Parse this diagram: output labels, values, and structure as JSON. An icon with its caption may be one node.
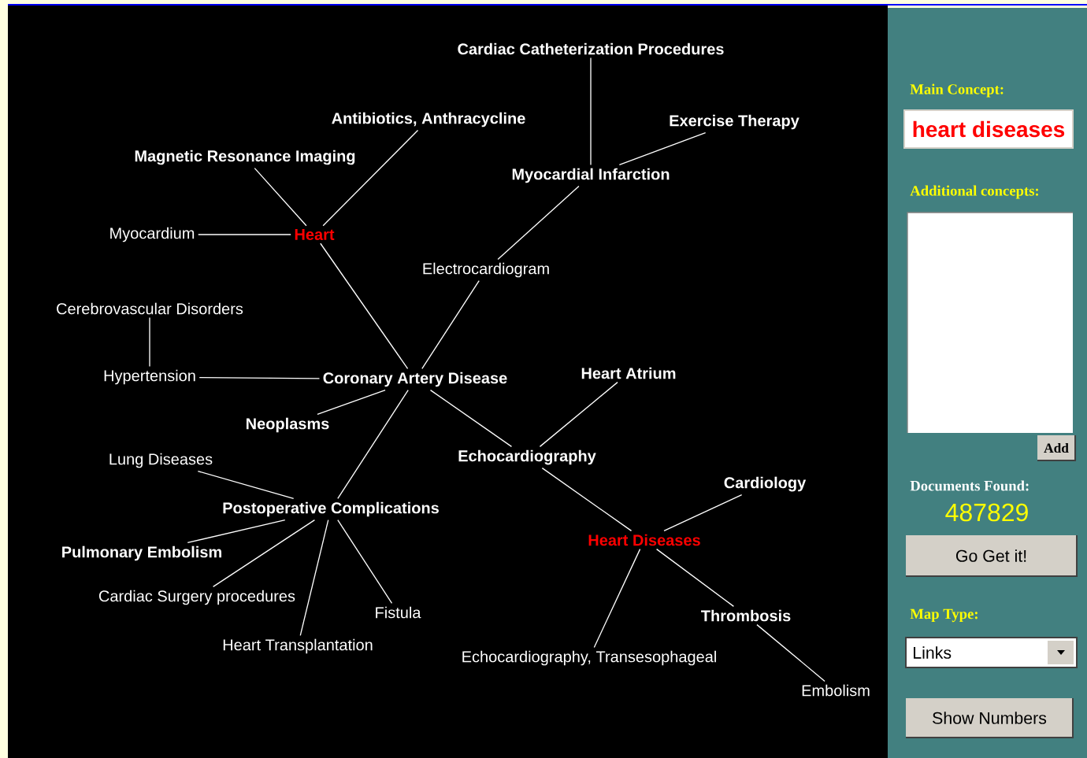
{
  "diagram": {
    "nodes": [
      {
        "text": [
          "Cardiac Catheterization Procedures"
        ]
      },
      {
        "text": [
          "Antibiotics, Anthracycline"
        ]
      },
      {
        "text": [
          "Exercise Therapy"
        ]
      },
      {
        "text": [
          "Magnetic Resonance Imaging"
        ]
      },
      {
        "text": [
          "Myocardial Infarction"
        ]
      },
      {
        "text": [
          "Myocardium"
        ]
      },
      {
        "text": [
          "Heart"
        ]
      },
      {
        "text": [
          "Electrocardiogram"
        ]
      },
      {
        "text": [
          "Cerebrovascular Disorders"
        ]
      },
      {
        "text": [
          "Hypertension"
        ]
      },
      {
        "text": [
          "Coronary Artery Disease"
        ]
      },
      {
        "text": [
          "Heart Atrium"
        ]
      },
      {
        "text": [
          "Neoplasms"
        ]
      },
      {
        "text": [
          "Lung Diseases"
        ]
      },
      {
        "text": [
          "Echocardiography"
        ]
      },
      {
        "text": [
          "Cardiology"
        ]
      },
      {
        "text": [
          "Postoperative Complications"
        ]
      },
      {
        "text": [
          "Heart Diseases"
        ]
      },
      {
        "text": [
          "Pulmonary Embolism"
        ]
      },
      {
        "text": [
          "Cardiac Surgery procedures"
        ]
      },
      {
        "text": [
          "Fistula"
        ]
      },
      {
        "text": [
          "Thrombosis"
        ]
      },
      {
        "text": [
          "Heart Transplantation"
        ]
      },
      {
        "text": [
          "Echocardiography, Transesophageal"
        ]
      },
      {
        "text": [
          "Embolism"
        ]
      }
    ],
    "edges": [
      {
        "from": 4,
        "to": 0,
        "arrow": "none"
      },
      {
        "from": 4,
        "to": 2,
        "arrow": "none"
      },
      {
        "from": 6,
        "to": 3,
        "arrow": "none"
      },
      {
        "from": 6,
        "to": 1,
        "arrow": "none"
      },
      {
        "from": 5,
        "to": 6,
        "arrow": "none"
      },
      {
        "from": 7,
        "to": 4,
        "arrow": "none"
      },
      {
        "from": 6,
        "to": 10,
        "arrow": "none"
      },
      {
        "from": 10,
        "to": 7,
        "arrow": "none"
      },
      {
        "from": 8,
        "to": 9,
        "arrow": "none"
      },
      {
        "from": 9,
        "to": 10,
        "arrow": "none"
      },
      {
        "from": 10,
        "to": 12,
        "arrow": "none"
      },
      {
        "from": 10,
        "to": 14,
        "arrow": "none"
      },
      {
        "from": 10,
        "to": 16,
        "arrow": "none"
      },
      {
        "from": 14,
        "to": 11,
        "arrow": "none"
      },
      {
        "from": 14,
        "to": 17,
        "arrow": "none"
      },
      {
        "from": 13,
        "to": 16,
        "arrow": "none"
      },
      {
        "from": 16,
        "to": 18,
        "arrow": "none"
      },
      {
        "from": 16,
        "to": 19,
        "arrow": "none"
      },
      {
        "from": 16,
        "to": 22,
        "arrow": "none"
      },
      {
        "from": 16,
        "to": 20,
        "arrow": "none"
      },
      {
        "from": 17,
        "to": 15,
        "arrow": "none"
      },
      {
        "from": 17,
        "to": 21,
        "arrow": "none"
      },
      {
        "from": 17,
        "to": 23,
        "arrow": "none"
      },
      {
        "from": 21,
        "to": 24,
        "arrow": "none"
      }
    ],
    "labels": [
      "Main Concept:",
      "heart diseases",
      "Additional concepts:",
      "Add",
      "Documents Found:",
      "487829",
      "Go Get it!",
      "Map Type:",
      "Links",
      "Show Numbers"
    ]
  }
}
